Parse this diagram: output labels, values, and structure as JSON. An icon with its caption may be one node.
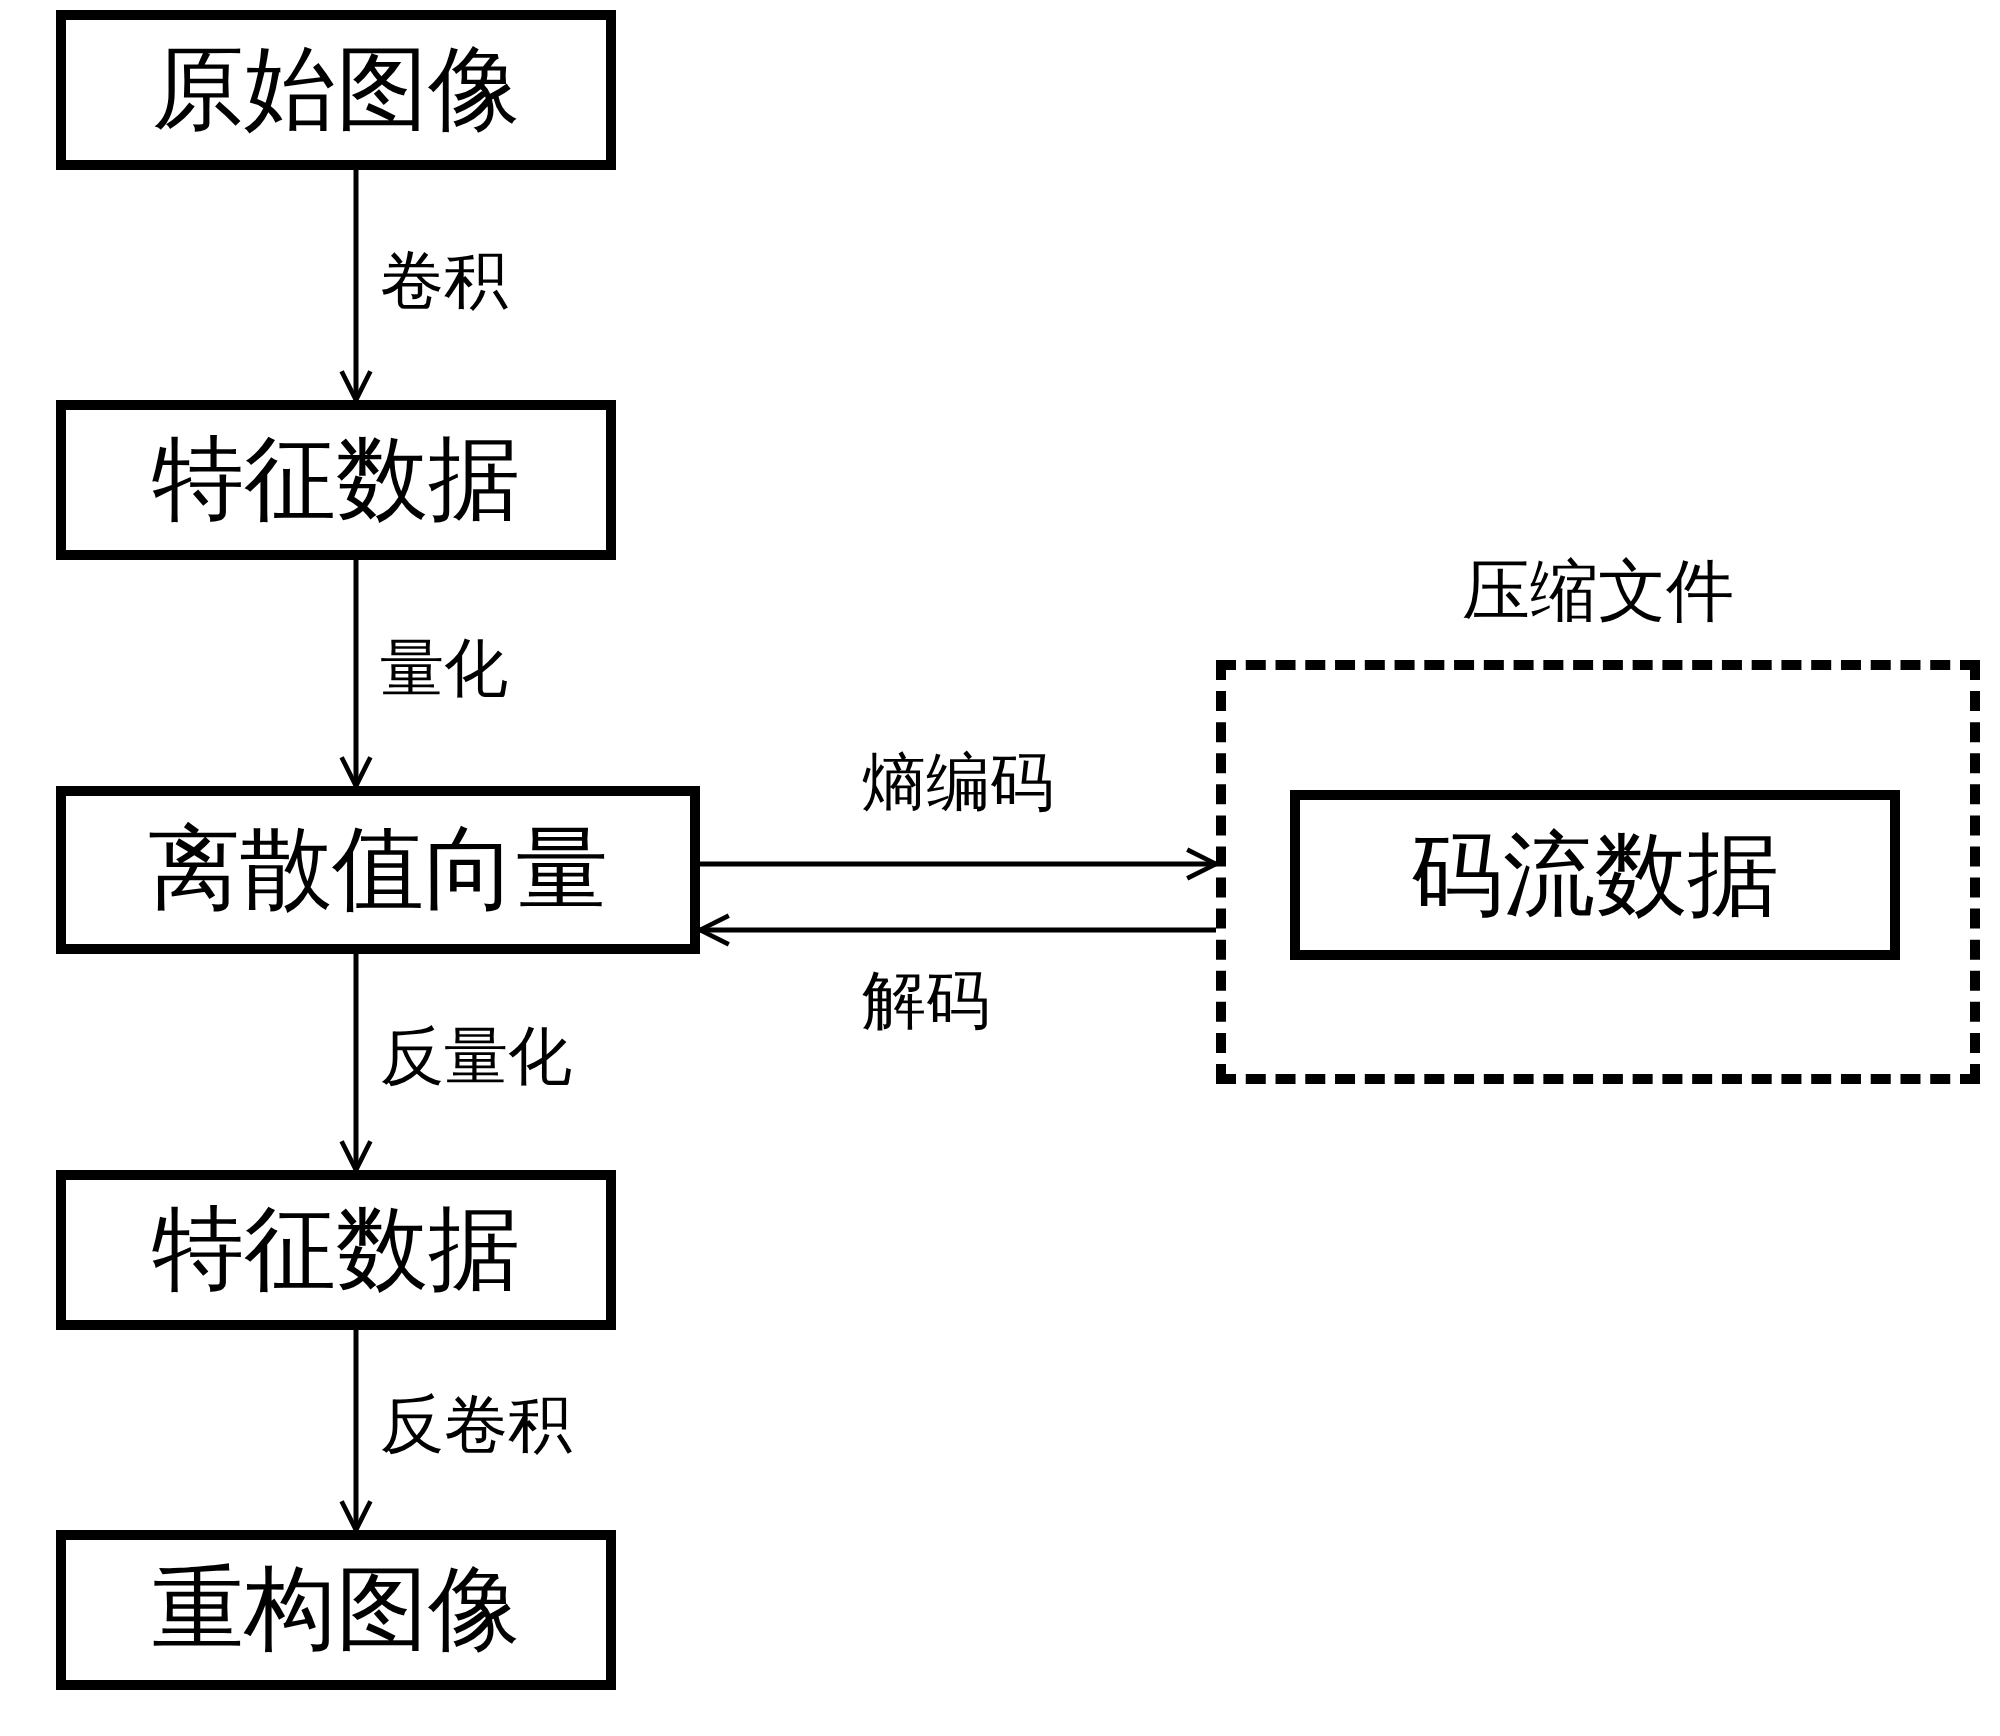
{
  "diagram": {
    "nodes": [
      {
        "text": [
          "原始图像"
        ]
      },
      {
        "text": [
          "特征数据"
        ]
      },
      {
        "text": [
          "离散值向量"
        ]
      },
      {
        "text": [
          "压缩文件"
        ]
      },
      {
        "text": [
          "码流数据"
        ],
        "in": 3
      },
      {
        "text": [
          "特征数据"
        ]
      },
      {
        "text": [
          "重构图像"
        ]
      }
    ],
    "edges": [
      {
        "from": 0,
        "to": 1,
        "arrow": "to",
        "label": "卷积"
      },
      {
        "from": 1,
        "to": 2,
        "arrow": "to",
        "label": "量化"
      },
      {
        "from": 2,
        "to": 3,
        "arrow": "to",
        "label": "熵编码"
      },
      {
        "from": 3,
        "to": 2,
        "arrow": "to",
        "label": "解码"
      },
      {
        "from": 2,
        "to": 5,
        "arrow": "to",
        "label": "反量化"
      },
      {
        "from": 5,
        "to": 6,
        "arrow": "to",
        "label": "反卷积"
      }
    ]
  }
}
